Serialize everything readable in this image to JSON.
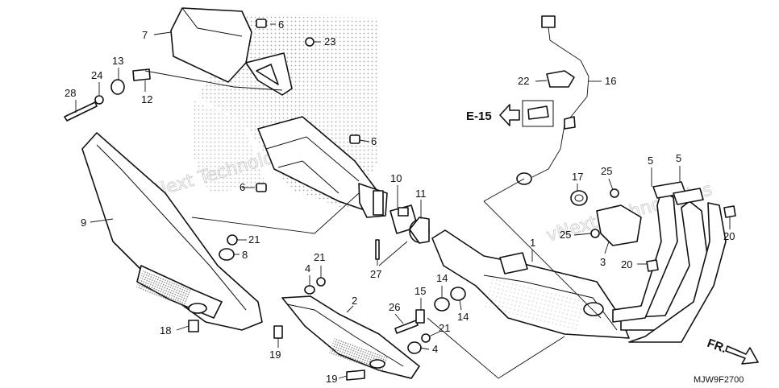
{
  "diagram": {
    "drawing_code": "MJW9F2700",
    "reference": "E-15",
    "front_marker": "FR.",
    "watermark": "vNext Technologies",
    "callouts": [
      {
        "id": "c7",
        "text": "7"
      },
      {
        "id": "c6a",
        "text": "6"
      },
      {
        "id": "c23",
        "text": "23"
      },
      {
        "id": "c13",
        "text": "13"
      },
      {
        "id": "c24",
        "text": "24"
      },
      {
        "id": "c28",
        "text": "28"
      },
      {
        "id": "c12",
        "text": "12"
      },
      {
        "id": "c6b",
        "text": "6"
      },
      {
        "id": "c6c",
        "text": "6"
      },
      {
        "id": "c9",
        "text": "9"
      },
      {
        "id": "c21a",
        "text": "21"
      },
      {
        "id": "c8",
        "text": "8"
      },
      {
        "id": "c10",
        "text": "10"
      },
      {
        "id": "c11",
        "text": "11"
      },
      {
        "id": "c27",
        "text": "27"
      },
      {
        "id": "c21b",
        "text": "21"
      },
      {
        "id": "c4a",
        "text": "4"
      },
      {
        "id": "c18",
        "text": "18"
      },
      {
        "id": "c2",
        "text": "2"
      },
      {
        "id": "c19a",
        "text": "19"
      },
      {
        "id": "c19b",
        "text": "19"
      },
      {
        "id": "c26",
        "text": "26"
      },
      {
        "id": "c15",
        "text": "15"
      },
      {
        "id": "c14a",
        "text": "14"
      },
      {
        "id": "c14b",
        "text": "14"
      },
      {
        "id": "c21c",
        "text": "21"
      },
      {
        "id": "c4b",
        "text": "4"
      },
      {
        "id": "c1",
        "text": "1"
      },
      {
        "id": "c22",
        "text": "22"
      },
      {
        "id": "c16",
        "text": "16"
      },
      {
        "id": "c17",
        "text": "17"
      },
      {
        "id": "c25a",
        "text": "25"
      },
      {
        "id": "c5a",
        "text": "5"
      },
      {
        "id": "c5b",
        "text": "5"
      },
      {
        "id": "c25b",
        "text": "25"
      },
      {
        "id": "c3",
        "text": "3"
      },
      {
        "id": "c20a",
        "text": "20"
      },
      {
        "id": "c20b",
        "text": "20"
      }
    ]
  }
}
